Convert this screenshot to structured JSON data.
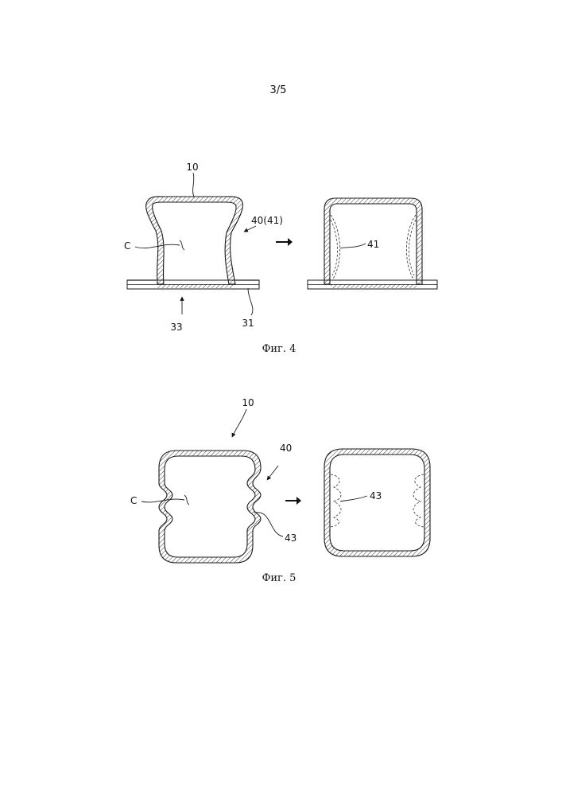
{
  "page_number": "3/5",
  "figure4": {
    "caption": "Фиг. 4",
    "label_10": "10",
    "label_40": "40(41)",
    "label_c": "C",
    "label_33": "33",
    "label_31": "31",
    "label_41": "41"
  },
  "figure5": {
    "caption": "Фиг. 5",
    "label_10": "10",
    "label_40": "40",
    "label_c": "C",
    "label_43": "43",
    "label_43b": "43"
  }
}
